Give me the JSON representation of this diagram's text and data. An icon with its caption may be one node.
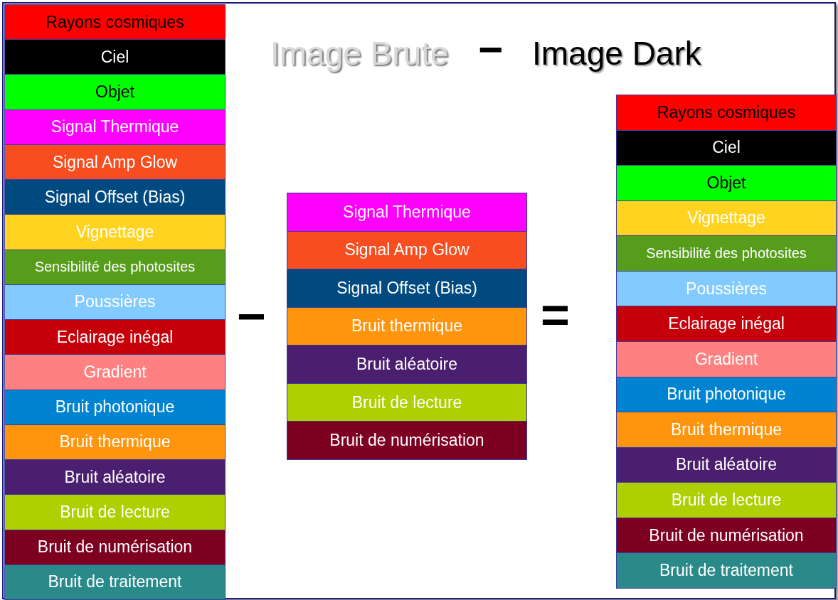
{
  "diagram": {
    "nodes": [
      {
        "text": [
          "Rayons cosmiques"
        ]
      },
      {
        "text": [
          "Ciel"
        ]
      },
      {
        "text": [
          "Objet"
        ]
      },
      {
        "text": [
          "Signal Thermique"
        ]
      },
      {
        "text": [
          "Signal Amp Glow"
        ]
      },
      {
        "text": [
          "Signal Offset (Bias)"
        ]
      },
      {
        "text": [
          "Vignettage"
        ]
      },
      {
        "text": [
          "Sensibilité des photosites"
        ]
      },
      {
        "text": [
          "Poussières"
        ]
      },
      {
        "text": [
          "Eclairage inégal"
        ]
      },
      {
        "text": [
          "Gradient"
        ]
      },
      {
        "text": [
          "Bruit photonique"
        ]
      },
      {
        "text": [
          "Bruit thermique"
        ]
      },
      {
        "text": [
          "Bruit aléatoire"
        ]
      },
      {
        "text": [
          "Bruit de lecture"
        ]
      },
      {
        "text": [
          "Bruit de numérisation"
        ]
      },
      {
        "text": [
          "Bruit de traitement"
        ]
      },
      {
        "text": [
          "Signal Thermique"
        ]
      },
      {
        "text": [
          "Signal Amp Glow"
        ]
      },
      {
        "text": [
          "Signal Offset (Bias)"
        ]
      },
      {
        "text": [
          "Bruit thermique"
        ]
      },
      {
        "text": [
          "Bruit aléatoire"
        ]
      },
      {
        "text": [
          "Bruit de lecture"
        ]
      },
      {
        "text": [
          "Bruit de numérisation"
        ]
      },
      {
        "text": [
          "Rayons cosmiques"
        ]
      },
      {
        "text": [
          "Ciel"
        ]
      },
      {
        "text": [
          "Objet"
        ]
      },
      {
        "text": [
          "Vignettage"
        ]
      },
      {
        "text": [
          "Sensibilité des photosites"
        ]
      },
      {
        "text": [
          "Poussières"
        ]
      },
      {
        "text": [
          "Eclairage inégal"
        ]
      },
      {
        "text": [
          "Gradient"
        ]
      },
      {
        "text": [
          "Bruit photonique"
        ]
      },
      {
        "text": [
          "Bruit thermique"
        ]
      },
      {
        "text": [
          "Bruit aléatoire"
        ]
      },
      {
        "text": [
          "Bruit de lecture"
        ]
      },
      {
        "text": [
          "Bruit de numérisation"
        ]
      },
      {
        "text": [
          "Bruit de traitement"
        ]
      }
    ],
    "edges": [],
    "labels": [
      "Image Brute",
      "−",
      "Image Dark",
      "−",
      "="
    ]
  }
}
